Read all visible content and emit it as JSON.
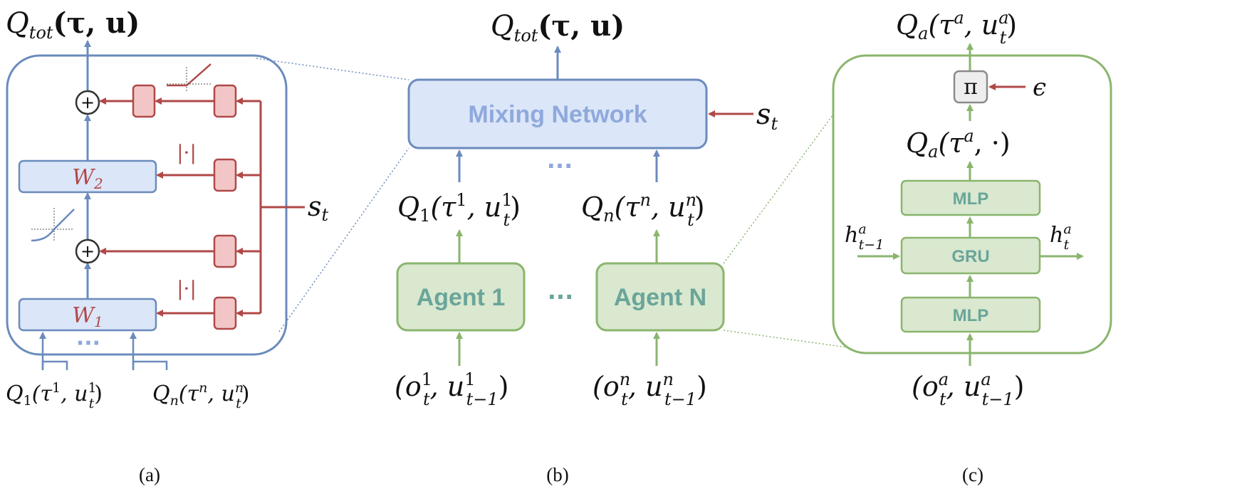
{
  "colors": {
    "blue_edge": "#6b8bbd",
    "blue_fill": "#dbe6f8",
    "blue_text": "#8fa9dc",
    "red": "#b04848",
    "red_fill": "#f2c6c6",
    "green_edge": "#8ab56d",
    "green_fill": "#d9e8cf",
    "green_text": "#6aa59a",
    "gray_fill": "#eeeeee",
    "gray_edge": "#8a8a8a"
  },
  "panel_a": {
    "caption": "(a)",
    "output": {
      "main": "Q",
      "sub": "tot",
      "args": "(τ, u)"
    },
    "w2": {
      "main": "W",
      "sub": "2"
    },
    "w1": {
      "main": "W",
      "sub": "1"
    },
    "abs_top": "|·|",
    "abs_bottom": "|·|",
    "plus": "+",
    "state": {
      "main": "s",
      "sub": "t"
    },
    "dots": "···",
    "input_1": {
      "main": "Q",
      "sub": "1",
      "open": "(τ",
      "sup_tau": "1",
      "mid": ", u",
      "sup_u": "1",
      "sub_u": "t",
      "close": ")"
    },
    "input_n": {
      "main": "Q",
      "sub": "n",
      "open": "(τ",
      "sup_tau": "n",
      "mid": ", u",
      "sup_u": "n",
      "sub_u": "t",
      "close": ")"
    }
  },
  "panel_b": {
    "caption": "(b)",
    "output": {
      "main": "Q",
      "sub": "tot",
      "args": "(τ, u)"
    },
    "mixing_label": "Mixing Network",
    "state": {
      "main": "s",
      "sub": "t"
    },
    "dots_top": "···",
    "dots_mid": "···",
    "q1": {
      "main": "Q",
      "sub": "1",
      "open": "(τ",
      "sup_tau": "1",
      "mid": ", u",
      "sup_u": "1",
      "sub_u": "t",
      "close": ")"
    },
    "qn": {
      "main": "Q",
      "sub": "n",
      "open": "(τ",
      "sup_tau": "n",
      "mid": ", u",
      "sup_u": "n",
      "sub_u": "t",
      "close": ")"
    },
    "agent_1": "Agent 1",
    "agent_n": "Agent N",
    "obs_1": {
      "open": "(o",
      "sup_o": "1",
      "sub_o": "t",
      "mid": ", u",
      "sup_u": "1",
      "sub_u": "t−1",
      "close": ")"
    },
    "obs_n": {
      "open": "(o",
      "sup_o": "n",
      "sub_o": "t",
      "mid": ", u",
      "sup_u": "n",
      "sub_u": "t−1",
      "close": ")"
    }
  },
  "panel_c": {
    "caption": "(c)",
    "output": {
      "main": "Q",
      "sub": "a",
      "open": "(τ",
      "sup_tau": "a",
      "mid": ", u",
      "sup_u": "a",
      "sub_u": "t",
      "close": ")"
    },
    "pi": "π",
    "epsilon": "ϵ",
    "q_partial": {
      "main": "Q",
      "sub": "a",
      "open": "(τ",
      "sup_tau": "a",
      "close": ", ·)"
    },
    "mlp_top": "MLP",
    "gru": "GRU",
    "mlp_bottom": "MLP",
    "h_in": {
      "main": "h",
      "sup": "a",
      "sub": "t−1"
    },
    "h_out": {
      "main": "h",
      "sup": "a",
      "sub": "t"
    },
    "obs": {
      "open": "(o",
      "sup_o": "a",
      "sub_o": "t",
      "mid": ", u",
      "sup_u": "a",
      "sub_u": "t−1",
      "close": ")"
    }
  }
}
